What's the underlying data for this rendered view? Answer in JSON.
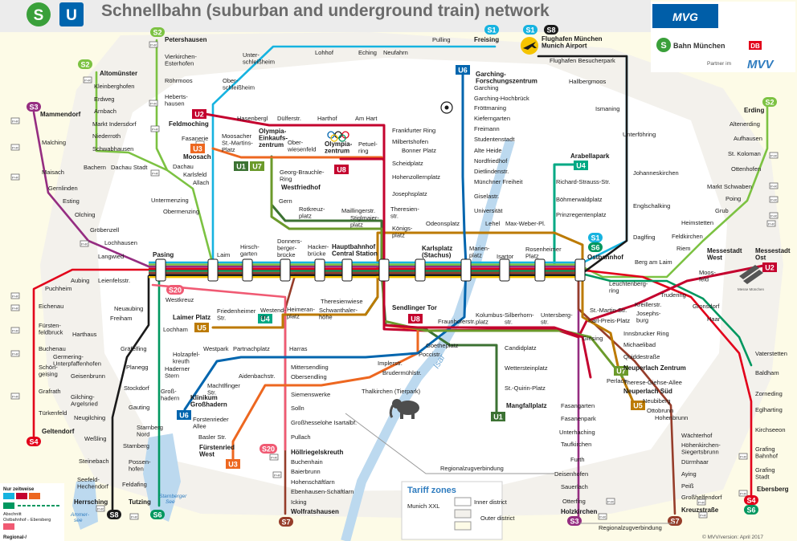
{
  "title": "Schnellbahn (suburban and underground train) network",
  "logos": {
    "s": "S",
    "u": "U",
    "mvg": "MVG",
    "bahn": "Bahn München",
    "db": "DB",
    "partner": "Partner im",
    "mvv": "MVV"
  },
  "lines": {
    "S1": {
      "label": "S1",
      "color": "#16b3e0"
    },
    "S2": {
      "label": "S2",
      "color": "#7cc242"
    },
    "S3": {
      "label": "S3",
      "color": "#952d81"
    },
    "S4": {
      "label": "S4",
      "color": "#e2001a"
    },
    "S6": {
      "label": "S6",
      "color": "#00975f"
    },
    "S7": {
      "label": "S7",
      "color": "#963d2a"
    },
    "S8": {
      "label": "S8",
      "color": "#1a1a1a",
      "text": "#f5c400"
    },
    "S20": {
      "label": "S20",
      "color": "#f05a73"
    },
    "U1": {
      "label": "U1",
      "color": "#3c7233"
    },
    "U2": {
      "label": "U2",
      "color": "#c4022e"
    },
    "U3": {
      "label": "U3",
      "color": "#ed6720"
    },
    "U4": {
      "label": "U4",
      "color": "#00a984"
    },
    "U5": {
      "label": "U5",
      "color": "#bc7a00"
    },
    "U6": {
      "label": "U6",
      "color": "#0065ae"
    },
    "U7": {
      "label": "U7",
      "color": "#6b9a2b"
    },
    "U8": {
      "label": "U8",
      "color": "#c4022e"
    }
  },
  "stations": {
    "petershausen": "Petershausen",
    "vierkirchen": "Vierkirchen-\nEsterhofen",
    "roehrmoos": "Röhrmoos",
    "hebertshausen": "Heberts-\nhausen",
    "altomuenster": "Altomünster",
    "kleinberghofen": "Kleinberghofen",
    "erdweg": "Erdweg",
    "arnbach": "Arnbach",
    "markt_indersdorf": "Markt Indersdorf",
    "niederroth": "Niederroth",
    "schwabhausen": "Schwabhausen",
    "mammendorf": "Mammendorf",
    "malching": "Malching",
    "maisach": "Maisach",
    "gernlinden": "Gernlinden",
    "esting": "Esting",
    "olching": "Olching",
    "groebenzell": "Gröbenzell",
    "lochhausen": "Lochhausen",
    "langwied": "Langwied",
    "bachern": "Bachern",
    "dachau_stadt": "Dachau Stadt",
    "dachau": "Dachau",
    "karlsfeld": "Karlsfeld",
    "allach": "Allach",
    "untermenzing": "Untermenzing",
    "obermenzing": "Obermenzing",
    "feldmoching": "Feldmoching",
    "fasanerie": "Fasanerie",
    "moosach": "Moosach",
    "hasenbergl": "Hasenbergl",
    "duelferstr": "Dülferstr.",
    "harthof": "Harthof",
    "am_hart": "Am Hart",
    "moosacher_st_martins": "Moosacher\nSt.-Martins-\nPlatz",
    "olympia_einkauf": "Olympia-\nEinkaufs-\nzentrum",
    "oberwiesenfeld": "Ober-\nwiesenfeld",
    "olympiazentrum": "Olympia-\nzentrum",
    "petuelring": "Petuel-\nring",
    "georg_brauchle": "Georg-Brauchle-\nRing",
    "westfriedhof": "Westfriedhof",
    "gern": "Gern",
    "rotkreuzplatz": "Rotkreuz-\nplatz",
    "maillinger": "Maillingerstr.",
    "stiglmaier": "Stiglmaier-\nplatz",
    "frankfurter_ring": "Frankfurter Ring",
    "milbertshofen": "Milbertshofen",
    "bonner_platz": "Bonner Platz",
    "scheidplatz": "Scheidplatz",
    "hohenzollernplatz": "Hohenzollernplatz",
    "josephsplatz": "Josephsplatz",
    "theresienstr": "Theresien-\nstr.",
    "koenigsplatz": "Königs-\nplatz",
    "oberschleissheim": "Ober-\nschleißheim",
    "unterschleissheim": "Unter-\nschleißheim",
    "lohhof": "Lohhof",
    "eching": "Eching",
    "neufahrn": "Neufahrn",
    "pulling": "Pulling",
    "freising": "Freising",
    "flughafen": "Flughafen München\nMunich Airport",
    "besucherpark": "Flughafen Besucherpark",
    "hallbergmoos": "Hallbergmoos",
    "ismaning": "Ismaning",
    "unterfoehring": "Unterföhring",
    "johanneskirchen": "Johanneskirchen",
    "englschalking": "Englschalking",
    "daglfing": "Daglfing",
    "garching_fz": "Garching-\nForschungszentrum",
    "garching": "Garching",
    "garching_hochbrueck": "Garching-Hochbrück",
    "froettmaning": "Fröttmaning",
    "kieferngarten": "Kieferngarten",
    "freimann": "Freimann",
    "studentenstadt": "Studentenstadt",
    "alte_heide": "Alte Heide",
    "nordfriedhof": "Nordfriedhof",
    "dietlindenstr": "Dietlindenstr.",
    "muenchner_freiheit": "Münchner Freiheit",
    "giselastr": "Giselastr.",
    "universitaet": "Universität",
    "odeonsplatz": "Odeonsplatz",
    "lehel": "Lehel",
    "max_weber": "Max-Weber-Pl.",
    "arabellapark": "Arabellapark",
    "richard_strauss": "Richard-Strauss-Str.",
    "boehmerwald": "Böhmerwaldplatz",
    "prinzregenten": "Prinzregentenplatz",
    "erding": "Erding",
    "altenerding": "Altenerding",
    "aufhausen": "Aufhausen",
    "st_koloman": "St. Koloman",
    "ottenhofen": "Ottenhofen",
    "markt_schwaben": "Markt Schwaben",
    "poing": "Poing",
    "grub": "Grub",
    "heimstetten": "Heimstetten",
    "feldkirchen": "Feldkirchen",
    "riem": "Riem",
    "messestadt_west": "Messestadt\nWest",
    "messestadt_ost": "Messestadt\nOst",
    "moosfeld": "Moos-\nfeld",
    "berg_am_laim": "Berg am Laim",
    "ostbahnhof": "Ostbahnhof",
    "leuchtenbergring": "Leuchtenberg-\nring",
    "pasing": "Pasing",
    "laim": "Laim",
    "hirschgarten": "Hirsch-\ngarten",
    "donnersberger": "Donners-\nberger-\nbrücke",
    "hackerbruecke": "Hacker-\nbrücke",
    "hauptbahnhof": "Hauptbahnhof\nCentral Station",
    "karlsplatz": "Karlsplatz\n(Stachus)",
    "marienplatz": "Marien-\nplatz",
    "isartor": "Isartor",
    "rosenheimer": "Rosenheimer\nPlatz",
    "puchheim": "Puchheim",
    "aubing": "Aubing",
    "leienfelsstr": "Leienfelsstr.",
    "eichenau": "Eichenau",
    "fuerstenfeldbruck": "Fürsten-\nfeldbruck",
    "buchenau": "Buchenau",
    "schoengeising": "Schön-\ngeising",
    "grafrath": "Grafrath",
    "tuerkenfeld": "Türkenfeld",
    "geltendorf": "Geltendorf",
    "westkreuz": "Westkreuz",
    "neuaubing": "Neuaubing",
    "freiham": "Freiham",
    "harthaus": "Harthaus",
    "germering": "Germering-\nUnterpfaffenhofen",
    "geisenbrunn": "Geisenbrunn",
    "gilching_argelsried": "Gilching-\nArgelsried",
    "neugilching": "Neugilching",
    "wessling": "Weßling",
    "steinebach": "Steinebach",
    "seefeld": "Seefeld-\nHechendorf",
    "herrsching": "Herrsching",
    "graefelfing": "Gräfelfing",
    "planegg": "Planegg",
    "stockdorf": "Stockdorf",
    "gauting": "Gauting",
    "starnberg_nord": "Starnberg\nNord",
    "starnberg": "Starnberg",
    "possenhofen": "Possen-\nhofen",
    "feldafing": "Feldafing",
    "tutzing": "Tutzing",
    "laimer_platz": "Laimer Platz",
    "friedenheimer": "Friedenheimer\nStr.",
    "westendstr": "Westend-\nstr.",
    "heimeranplatz": "Heimeran-\nplatz",
    "schwanthalerhoehe": "Schwanthaler-\nhöhe",
    "theresienwiese": "Theresienwiese",
    "lochham": "Lochham",
    "westpark": "Westpark",
    "partnachplatz": "Partnachplatz",
    "holzapfelkreuth": "Holzapfel-\nkreuth",
    "haderner_stern": "Haderner\nStern",
    "grosshadern": "Groß-\nhadern",
    "klinikum": "Klinikum\nGroßhadern",
    "harras": "Harras",
    "mittersendling": "Mittersendling",
    "obersendling": "Obersendling",
    "aidenbachstr": "Aidenbachstr.",
    "machtlfinger": "Machtlfinger\nStr.",
    "forstenrieder_allee": "Forstenrieder\nAllee",
    "basler": "Basler Str.",
    "fuerstenried": "Fürstenried\nWest",
    "siemenswerke": "Siemenswerke",
    "solln": "Solln",
    "grosshesselohe": "Großhesselohe Isartalbf.",
    "pullach": "Pullach",
    "hoellriegelskreuth": "Höllriegelskreuth",
    "buchenhain": "Buchenhain",
    "baierbrunn": "Baierbrunn",
    "hohenschaeftlarn": "Hohenschäftlarn",
    "ebenhausen": "Ebenhausen-Schäftlarn",
    "icking": "Icking",
    "wolfratshausen": "Wolfratshausen",
    "sendlinger_tor": "Sendlinger Tor",
    "fraunhoferstr": "Fraunhoferstr.",
    "goetheplatz": "Goetheplatz",
    "poccistr": "Poccistr.",
    "implerstr": "Implerstr.",
    "brudermuehl": "Brudermühlstr.",
    "thalkirchen": "Thalkirchen (Tierpark)",
    "kolumbusplatz": "Kolumbus-\nplatz",
    "silberhorn": "Silberhorn-\nstr.",
    "untersberg": "Untersberg-\nstr.",
    "candidplatz": "Candidplatz",
    "wettersteinplatz": "Wettersteinplatz",
    "st_quirin": "St.-Quirin-Platz",
    "mangfallplatz": "Mangfallplatz",
    "st_martin": "St.-Martin-Str.",
    "karl_preis": "Karl-Preis-Platz",
    "giesing": "Giesing",
    "innsbrucker": "Innsbrucker Ring",
    "michaelibad": "Michaelibad",
    "quiddestr": "Quiddestraße",
    "neuperlach_zentrum": "Neuperlach Zentrum",
    "therese_giehse": "Therese-Giehse-Allee",
    "neuperlach_sued": "Neuperlach Süd",
    "neubiberg": "Neubiberg",
    "ottobrunn": "Ottobrunn",
    "hohenbrunn": "Hohenbrunn",
    "perlach": "Perlach",
    "fasangarten": "Fasangarten",
    "fasanenpark": "Fasanenpark",
    "unterhaching": "Unterhaching",
    "taufkirchen": "Taufkirchen",
    "furth": "Furth",
    "deisenhofen": "Deisenhofen",
    "sauerlach": "Sauerlach",
    "otterfing": "Otterfing",
    "holzkirchen": "Holzkirchen",
    "waechterhof": "Wächterhof",
    "hoehenkirchen": "Höhenkirchen-\nSiegertsbrunn",
    "duerrnhaar": "Dürrnhaar",
    "aying": "Aying",
    "peiss": "Peiß",
    "grosshelfendorf": "Großhelfendorf",
    "kreuzstrasse": "Kreuzstraße",
    "trudering": "Trudering",
    "kreillerstr": "Kreillerstr.",
    "josephsburg": "Josephs-\nburg",
    "gronsdorf": "Gronsdorf",
    "haar": "Haar",
    "vaterstetten": "Vaterstetten",
    "baldham": "Baldham",
    "zorneding": "Zorneding",
    "eglharting": "Eglharting",
    "kirchseeon": "Kirchseeon",
    "grafing_bahnhof": "Grafing\nBahnhof",
    "grafing_stadt": "Grafing\nStadt",
    "ebersberg": "Ebersberg"
  },
  "notes": {
    "regional": "Regionalzugverbindung",
    "regional2": "Regionalzugverbindung",
    "isar": "Isar",
    "ammersee": "Ammer-\nsee",
    "starnberger_see": "Starnberger\nSee",
    "nur_zeitweise": "Nur zeitweise",
    "abschnitt": "Abschnitt\nOstbahnhof⇔Ebersberg",
    "regional_legend": "Regional-/",
    "version": "© MVV/version: April 2017",
    "messe": "Messe München"
  },
  "tariff": {
    "title": "Tariff zones",
    "munich_xxl": "Munich XXL",
    "inner": "Inner district",
    "outer": "Outer\ndistrict"
  }
}
